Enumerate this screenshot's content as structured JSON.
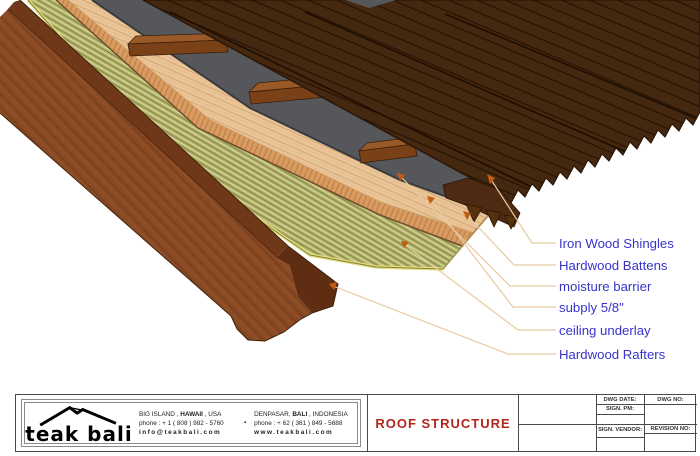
{
  "drawing": {
    "labels": [
      "Iron Wood Shingles",
      "Hardwood Battens",
      "moisture barrier",
      "subply 5/8\"",
      "ceiling underlay",
      "Hardwood Rafters"
    ]
  },
  "title_block": {
    "logo_text": "teak bali",
    "address_left": {
      "city_pre": "BIG ISLAND , ",
      "city_bold": "HAWAII",
      "city_post": " , USA",
      "phone": "phone : + 1 ( 808 ) 982 - 5760",
      "web": "info@teakbali.com"
    },
    "separator": "▪",
    "address_right": {
      "city_pre": "DENPASAR, ",
      "city_bold": "BALI",
      "city_post": " , INDONESIA",
      "phone": "phone : + 62 ( 361 ) 849 - 5688",
      "web": "www.teakbali.com"
    },
    "drawing_title": "ROOF STRUCTURE",
    "fields": {
      "dwg_date": "DWG DATE:",
      "dwg_no": "DWG NO:",
      "sign_pm": "SIGN. PM:",
      "revision_no": "REVISION NO:",
      "sign_vendor": "SIGN. VENDOR:"
    }
  },
  "colors": {
    "label_blue": "#3834c8",
    "title_red": "#b3241a",
    "leader_tan": "#e8c9a0",
    "arrow_orange": "#c55a11",
    "shingles": "#44280f",
    "barrier_gray": "#56575b",
    "subply_top": "#e8c497",
    "subply_edge": "#d89b60",
    "underlay_olive": "#b3b269",
    "rafter_front": "#8a4a24",
    "rafter_top": "#6f3818",
    "rafter_end": "#5e2d12",
    "batten_top": "#9a5a28",
    "batten_front": "#7a4018"
  }
}
